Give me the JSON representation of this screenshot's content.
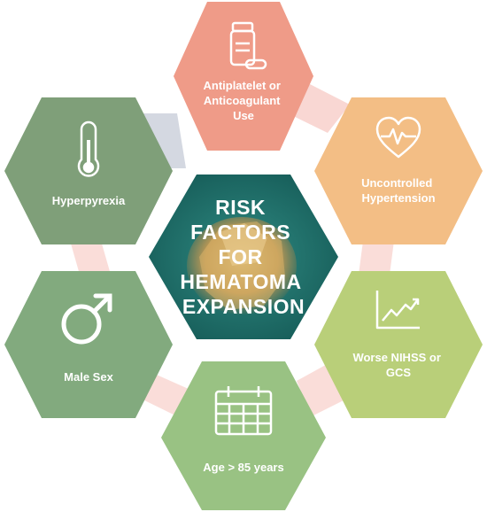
{
  "center": {
    "lines": [
      "RISK",
      "FACTORS",
      "FOR",
      "HEMATOMA",
      "EXPANSION"
    ],
    "color": "#1f6f6a"
  },
  "factors": [
    {
      "id": "antiplatelet",
      "lines": [
        "Antiplatelet or",
        "Anticoagulant",
        "Use"
      ],
      "icon": "pill-bottle-icon",
      "color": "#ef9b88"
    },
    {
      "id": "hypertension",
      "lines": [
        "Uncontrolled",
        "Hypertension"
      ],
      "icon": "heart-pulse-icon",
      "color": "#f3be85"
    },
    {
      "id": "nihss",
      "lines": [
        "Worse NIHSS or",
        "GCS"
      ],
      "icon": "trend-chart-icon",
      "color": "#b9cf79"
    },
    {
      "id": "age",
      "lines": [
        "Age > 85 years"
      ],
      "icon": "calendar-icon",
      "color": "#99c283"
    },
    {
      "id": "male",
      "lines": [
        "Male Sex"
      ],
      "icon": "male-symbol-icon",
      "color": "#82aa7e"
    },
    {
      "id": "hyperpyrexia",
      "lines": [
        "Hyperpyrexia"
      ],
      "icon": "thermometer-icon",
      "color": "#7f9f79"
    }
  ]
}
